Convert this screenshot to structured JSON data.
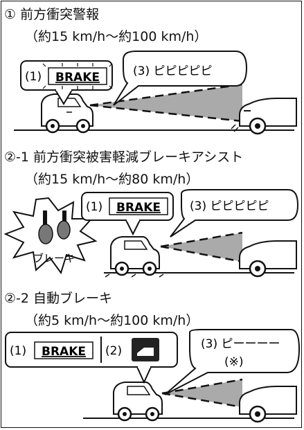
{
  "sections": [
    {
      "title": "① 前方衝突警報",
      "speed": "（約15 km/h〜約100 km/h）",
      "label1": "(1)",
      "brake": "BRAKE",
      "bubble": "(3)  ピピピピピ"
    },
    {
      "title": "②-1 前方衝突被害軽減ブレーキアシスト",
      "speed": "（約15 km/h〜約80 km/h）",
      "label1": "(1)",
      "brake": "BRAKE",
      "bubble": "(3)  ピピピピピ",
      "pedal_label": "ブレーキ"
    },
    {
      "title": "②-2 自動ブレーキ",
      "speed": "（約5 km/h〜約100 km/h）",
      "label1": "(1)",
      "brake": "BRAKE",
      "label2": "(2)",
      "bubble_line1": "(3)  ピーーーー",
      "bubble_line2": "(※)"
    }
  ]
}
